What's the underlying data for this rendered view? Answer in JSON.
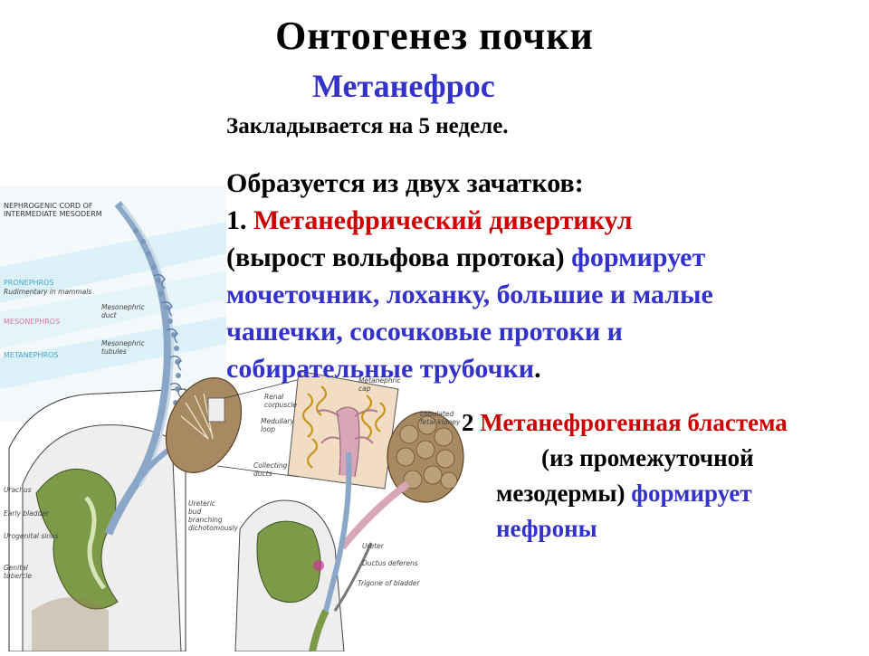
{
  "title": "Онтогенез почки",
  "subtitle": "Метанефрос",
  "week_text": "Закладывается на 5 неделе.",
  "block1": {
    "l1": "Образуется из двух зачатков:",
    "l2_num": "1. ",
    "l2_red": "Метанефрический дивертикул",
    "l3_black": "(вырост вольфова протока) ",
    "l3_blue": "формирует",
    "l4": "мочеточник, лоханку, большие и малые",
    "l5": "чашечки, сосочковые протоки и",
    "l6_blue": "собирательные трубочки",
    "l6_dot": "."
  },
  "block2": {
    "num": "2 ",
    "red": "Метанефрогенная бластема",
    "l2": "(из промежуточной",
    "l3_black": "мезодермы) ",
    "l3_blue": "формирует",
    "l4_blue": "нефроны"
  },
  "illustration_labels": {
    "nephrogenic_1": "NEPHROGENIC CORD OF",
    "nephrogenic_2": "INTERMEDIATE MESODERM",
    "pronephros": "PRONEPHROS",
    "pronephros_sub": "Rudimentary in mammals",
    "mesonephros": "MESONEPHROS",
    "metanephros": "METANEPHROS",
    "mesonephric_duct_1": "Mesonephric",
    "mesonephric_duct_2": "duct",
    "mesonephric_tubules_1": "Mesonephric",
    "mesonephric_tubules_2": "tubules",
    "renal_corpuscle_1": "Renal",
    "renal_corpuscle_2": "corpuscle",
    "medullary_loop_1": "Medullary",
    "medullary_loop_2": "loop",
    "collecting_ducts_1": "Collecting",
    "collecting_ducts_2": "ducts",
    "metanephric_cap_1": "Metanephric",
    "metanephric_cap_2": "cap",
    "lobulated_1": "Lobulated",
    "lobulated_2": "fetal kidney",
    "urachus": "Urachus",
    "early_bladder": "Early bladder",
    "urogenital_sinus": "Urogenital sinus",
    "genital_1": "Genital",
    "genital_2": "tubercle",
    "ureteric_1": "Ureteric",
    "ureteric_2": "bud",
    "ureteric_3": "branching",
    "ureteric_4": "dichotomously",
    "ureter": "Ureter",
    "ductus_deferens": "Ductus deferens",
    "trigone": "Trigone of bladder"
  },
  "colors": {
    "blue_text": "#3333cc",
    "red_text": "#cc0000",
    "duct_blue": "#8aa7c8",
    "tissue_green": "#7d9a48",
    "kidney_brown": "#a88a62",
    "cap_pink": "#d9a6b8",
    "band_cyan": "#d8eef6"
  }
}
